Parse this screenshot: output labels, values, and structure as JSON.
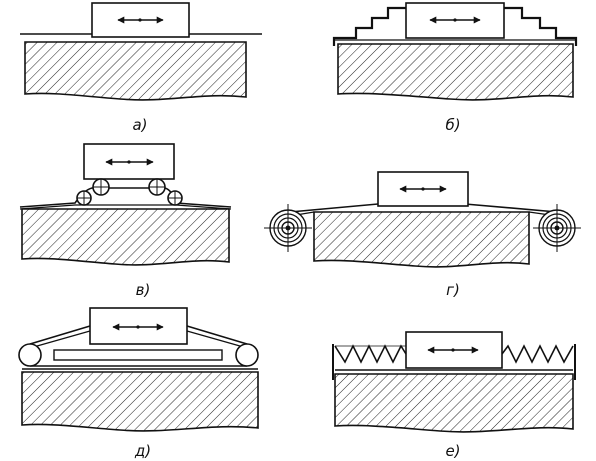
{
  "panels": [
    {
      "id": "a",
      "label": "а)"
    },
    {
      "id": "b",
      "label": "б)"
    },
    {
      "id": "v",
      "label": "в)"
    },
    {
      "id": "g",
      "label": "г)"
    },
    {
      "id": "d",
      "label": "д)"
    },
    {
      "id": "e",
      "label": "е)"
    }
  ]
}
